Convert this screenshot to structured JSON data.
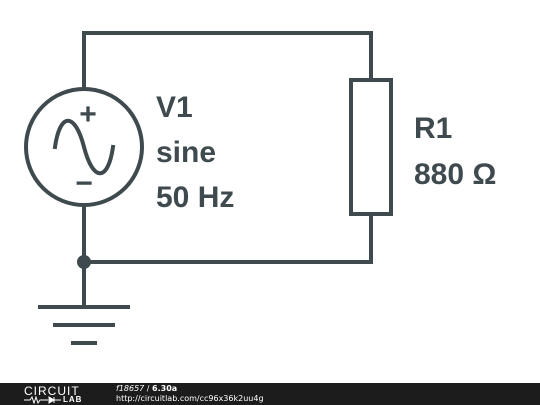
{
  "source": {
    "name": "V1",
    "type": "sine",
    "frequency": "50 Hz",
    "plus_symbol": "+",
    "minus_symbol": "−"
  },
  "resistor": {
    "name": "R1",
    "value": "880 Ω"
  },
  "footer": {
    "logo_top": "CIRCUIT",
    "logo_bottom": "LAB",
    "circuit_id": "f18657",
    "separator": " / ",
    "version": "6.30a",
    "url": "http://circuitlab.com/cc96x36k2uu4g"
  },
  "colors": {
    "wire": "#3f4a4f",
    "text": "#3f4a4f",
    "background": "#ffffff",
    "footer_bg": "#1c1c1c"
  }
}
